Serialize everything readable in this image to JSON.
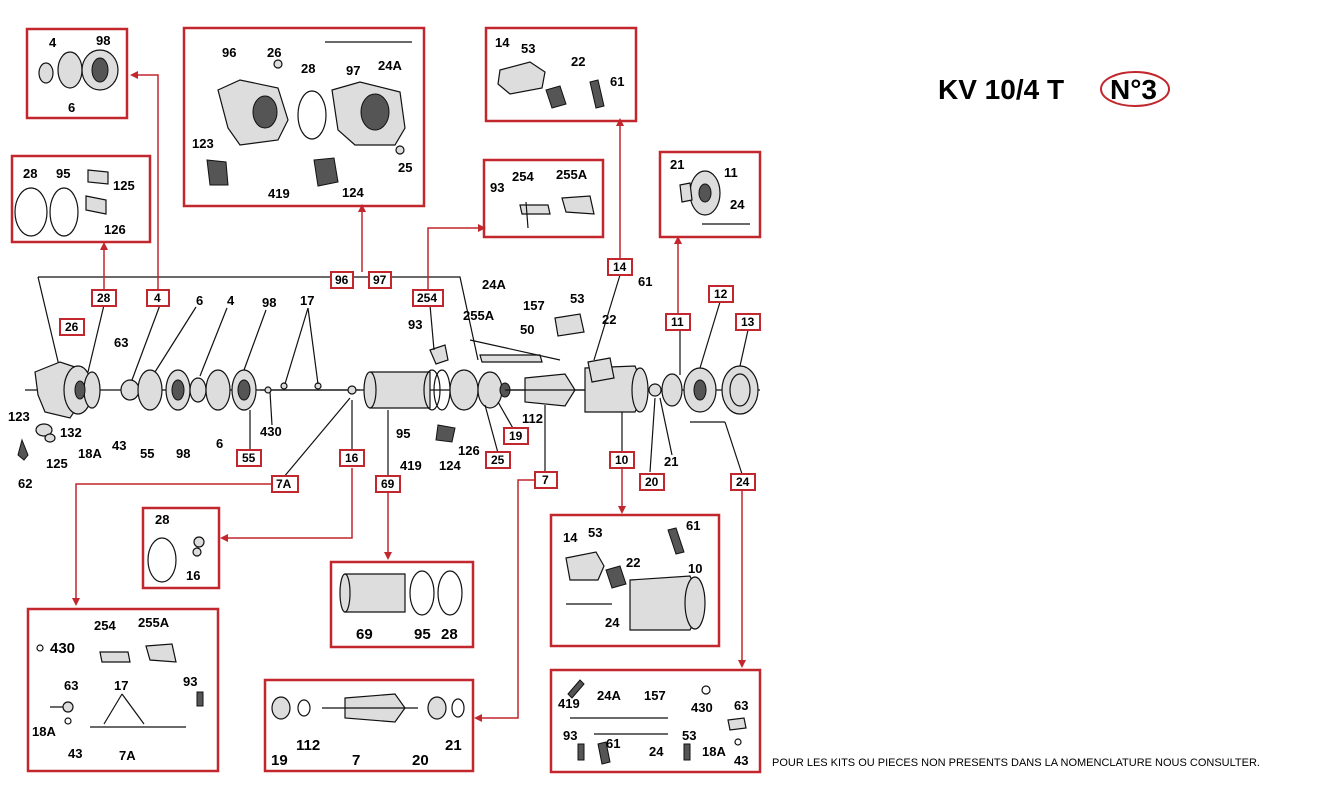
{
  "title": {
    "model": "KV 10/4 T",
    "number": "N°3"
  },
  "footer_note": "POUR LES KITS OU PIECES NON PRESENTS DANS LA NOMENCLATURE NOUS CONSULTER.",
  "colors": {
    "accent": "#c1272d",
    "ink": "#000000",
    "background": "#ffffff"
  },
  "callout_tags": [
    "96",
    "97",
    "254",
    "14",
    "11",
    "12",
    "13",
    "26",
    "28",
    "4",
    "19",
    "25",
    "55",
    "16",
    "7A",
    "69",
    "7",
    "10",
    "20",
    "24"
  ],
  "main_labels": [
    "123",
    "125",
    "62",
    "132",
    "18A",
    "43",
    "55",
    "98",
    "6",
    "430",
    "63",
    "6",
    "4",
    "98",
    "17",
    "93",
    "255A",
    "24A",
    "157",
    "50",
    "53",
    "22",
    "61",
    "95",
    "419",
    "124",
    "126",
    "112",
    "21"
  ],
  "boxes": {
    "box_4": [
      "4",
      "98",
      "6"
    ],
    "box_28": [
      "28",
      "95",
      "125",
      "126"
    ],
    "box_96": [
      "96",
      "26",
      "28",
      "24A",
      "97",
      "123",
      "419",
      "124",
      "25"
    ],
    "box_14": [
      "14",
      "53",
      "22",
      "61"
    ],
    "box_254": [
      "93",
      "254",
      "255A"
    ],
    "box_11": [
      "21",
      "11",
      "24"
    ],
    "box_16": [
      "28",
      "16"
    ],
    "box_69": [
      "69",
      "95",
      "28"
    ],
    "box_10": [
      "14",
      "53",
      "61",
      "22",
      "10",
      "24"
    ],
    "box_7A": [
      "430",
      "254",
      "255A",
      "63",
      "17",
      "93",
      "18A",
      "43",
      "7A"
    ],
    "box_7": [
      "19",
      "112",
      "7",
      "20",
      "21"
    ],
    "box_24": [
      "419",
      "24A",
      "157",
      "430",
      "63",
      "93",
      "61",
      "24",
      "53",
      "18A",
      "43"
    ]
  }
}
